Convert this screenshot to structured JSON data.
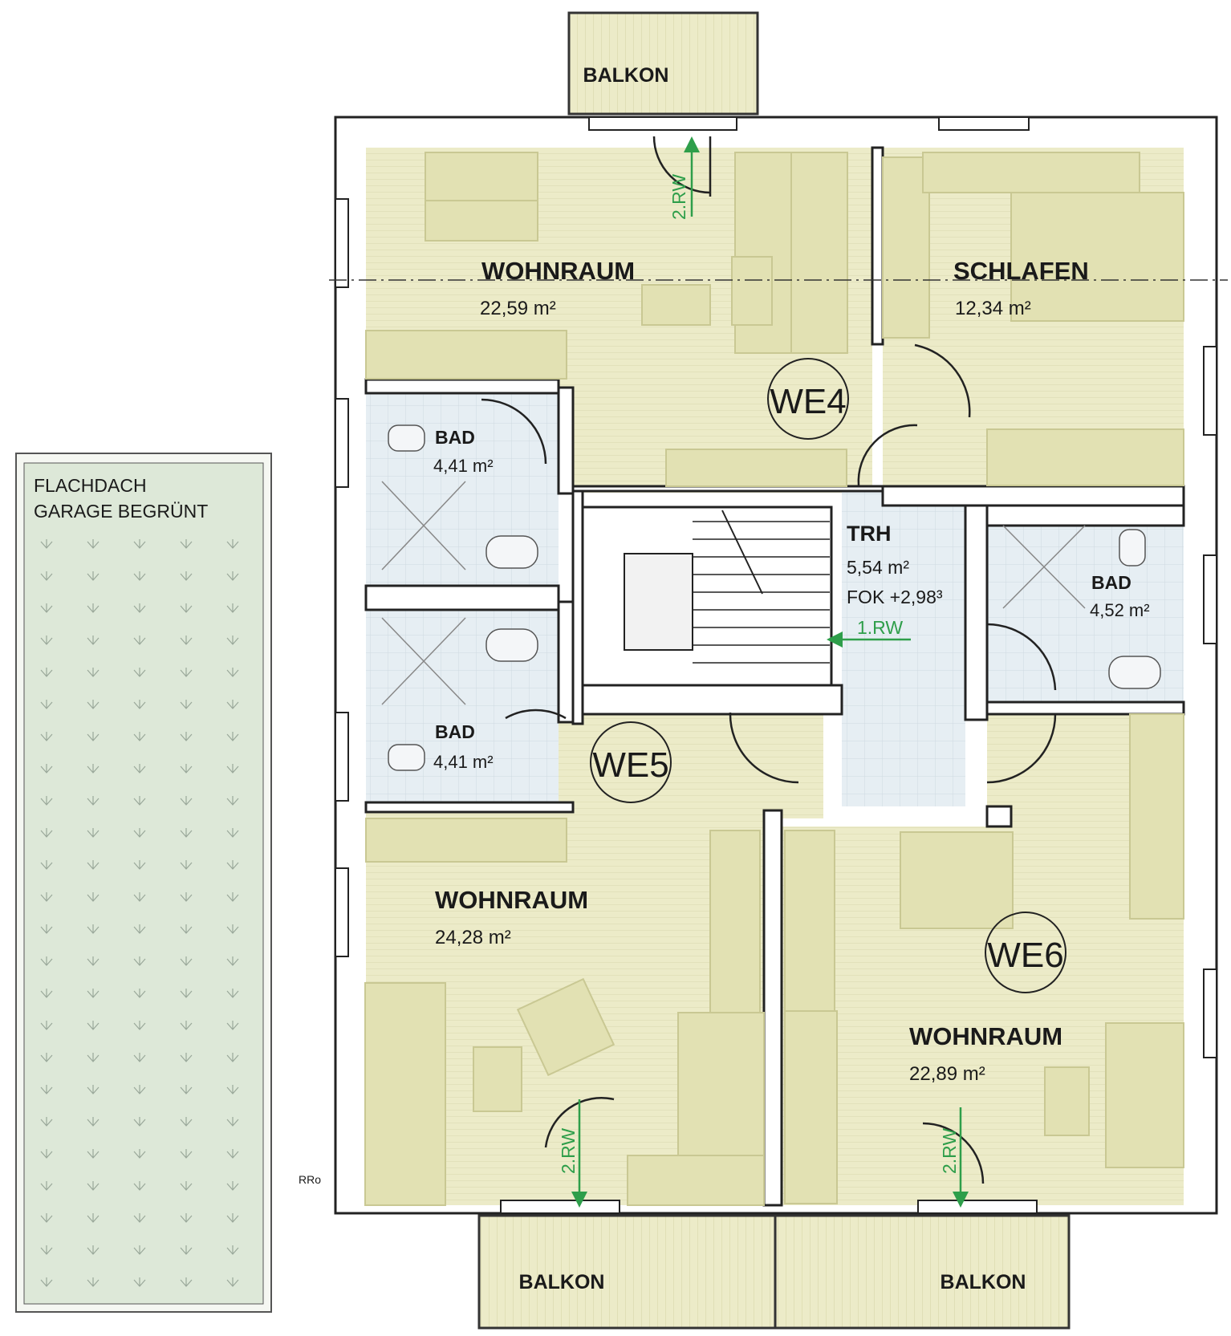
{
  "plan": {
    "balconies": {
      "north": "BALKON",
      "south_left": "BALKON",
      "south_right": "BALKON"
    },
    "units": {
      "we4": "WE4",
      "we5": "WE5",
      "we6": "WE6"
    },
    "rooms": {
      "we4_living": {
        "name": "WOHNRAUM",
        "area": "22,59 m²"
      },
      "we4_sleep": {
        "name": "SCHLAFEN",
        "area": "12,34 m²"
      },
      "we4_bath": {
        "name": "BAD",
        "area": "4,41 m²"
      },
      "stair": {
        "name": "TRH",
        "area": "5,54 m²",
        "level": "FOK +2,98³"
      },
      "we6_bath": {
        "name": "BAD",
        "area": "4,52 m²"
      },
      "we5_bath": {
        "name": "BAD",
        "area": "4,41 m²"
      },
      "we5_living": {
        "name": "WOHNRAUM",
        "area": "24,28 m²"
      },
      "we6_living": {
        "name": "WOHNRAUM",
        "area": "22,89 m²"
      }
    },
    "escape_routes": {
      "first": "1.RW",
      "second": "2.RW"
    },
    "roof": {
      "line1": "FLACHDACH",
      "line2": "GARAGE BEGRÜNT"
    },
    "marker": "RRo",
    "colors": {
      "floor": "#ecebc8",
      "wet": "#e3ecf2",
      "roof": "#dde8d8",
      "furniture": "#e2e1b3",
      "route": "#2e9e4a"
    }
  }
}
